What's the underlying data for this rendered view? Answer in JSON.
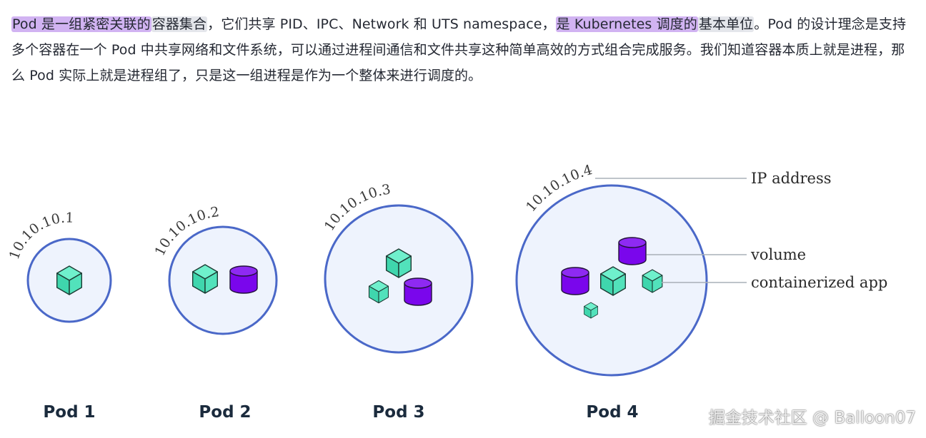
{
  "paragraph": {
    "seg1": "Pod 是一组紧密关联的",
    "seg2": "容器集合",
    "seg3": "，它们共享 PID、IPC、Network 和 UTS namespace，",
    "seg4": "是 Kubernetes 调度的",
    "seg5": "基本单位",
    "seg6": "。Pod 的设计理念是支持多个容器在一个 Pod 中共享网络和文件系统，可以通过进程间通信和文件共享这种简单高效的方式组合完成服务。我们知道容器本质上就是进程，那么 Pod 实际上就是进程组了，只是这一组进程是作为一个整体来进行调度的。"
  },
  "diagram": {
    "pods": [
      {
        "label": "Pod 1",
        "ip": "10.10.10.1"
      },
      {
        "label": "Pod 2",
        "ip": "10.10.10.2"
      },
      {
        "label": "Pod 3",
        "ip": "10.10.10.3"
      },
      {
        "label": "Pod 4",
        "ip": "10.10.10.4"
      }
    ],
    "legend": {
      "ip": "IP address",
      "volume": "volume",
      "app": "containerized app"
    },
    "colors": {
      "circle_fill": "#eef3fd",
      "circle_stroke": "#4a68c8",
      "cube": "#45e0b6",
      "volume": "#7a06ec",
      "highlight": "#d1b3f2"
    }
  },
  "watermark": "掘金技术社区 @ Balloon07"
}
